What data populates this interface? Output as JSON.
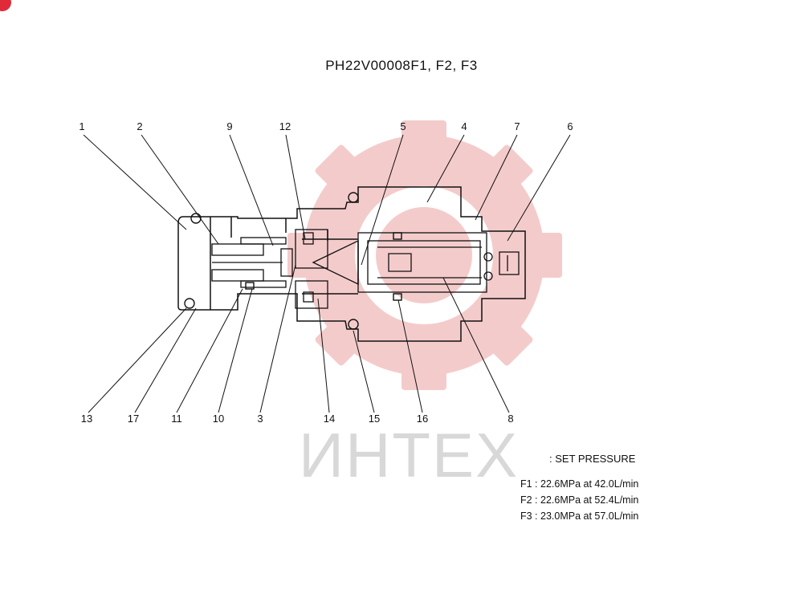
{
  "title": "PH22V00008F1, F2, F3",
  "watermark": {
    "text": "ИНТЕХ",
    "logo": "gear-logo-icon",
    "color": "#f3c6c6"
  },
  "callouts": {
    "top": [
      "1",
      "2",
      "9",
      "12",
      "5",
      "4",
      "7",
      "6"
    ],
    "bottom": [
      "13",
      "17",
      "11",
      "10",
      "3",
      "14",
      "15",
      "16",
      "8"
    ]
  },
  "legend": {
    "heading": ": SET PRESSURE",
    "rows": [
      "F1 : 22.6MPa  at  42.0L/min",
      "F2 : 22.6MPa  at  52.4L/min",
      "F3 : 23.0MPa  at  57.0L/min"
    ]
  },
  "colors": {
    "line": "#111111",
    "accent": "#e02a3a",
    "watermark_red": "#f3c6c6",
    "watermark_grey": "#d8d8d8"
  }
}
